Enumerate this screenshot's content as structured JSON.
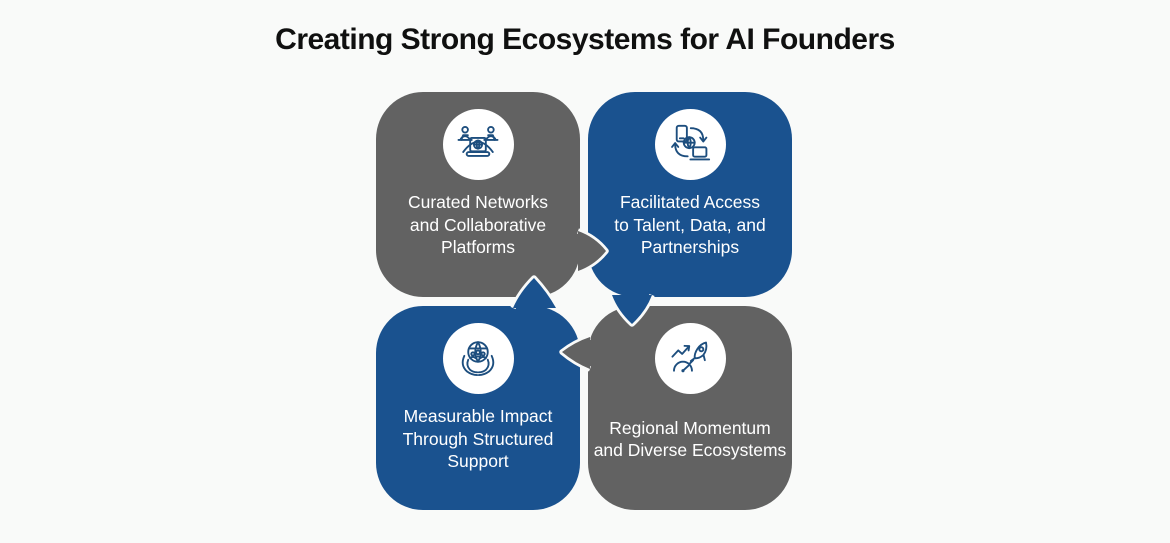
{
  "title": "Creating Strong Ecosystems for AI Founders",
  "colors": {
    "background": "#f9faf9",
    "blue": "#1a528f",
    "gray": "#626262",
    "icon_stroke": "#1d4e7e",
    "bubble_text": "#ffffff",
    "title_text": "#101010"
  },
  "bubbles": [
    {
      "position": "top-left",
      "color": "gray",
      "icon": "virtual-meeting-icon",
      "label": "Curated Networks and Collaborative Platforms",
      "lines": [
        "Curated Networks",
        "and Collaborative",
        "Platforms"
      ]
    },
    {
      "position": "top-right",
      "color": "blue",
      "icon": "device-data-exchange-icon",
      "label": "Facilitated Access to Talent, Data, and Partnerships",
      "lines": [
        "Facilitated Access",
        "to Talent, Data, and",
        "Partnerships"
      ]
    },
    {
      "position": "bottom-left",
      "color": "blue",
      "icon": "hands-holding-globe-icon",
      "label": "Measurable Impact Through Structured Support",
      "lines": [
        "Measurable Impact",
        "Through Structured",
        "Support"
      ]
    },
    {
      "position": "bottom-right",
      "color": "gray",
      "icon": "rocket-gauge-growth-icon",
      "label": "Regional Momentum and Diverse Ecosystems",
      "lines": [
        "Regional Momentum",
        "and Diverse Ecosystems"
      ]
    }
  ]
}
